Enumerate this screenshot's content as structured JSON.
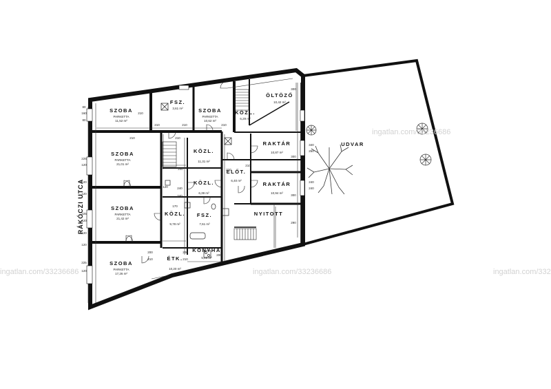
{
  "street": "RÁKÓCZI UTCA",
  "watermark": "ingatlan.com/33236686",
  "rooms": [
    {
      "id": "szoba1",
      "name": "SZOBA",
      "floor": "PARKETTA",
      "area": "11,52 m²"
    },
    {
      "id": "fsz1",
      "name": "FSZ.",
      "floor": "",
      "area": "3,61 m²"
    },
    {
      "id": "szoba2",
      "name": "SZOBA",
      "floor": "PARKETTA",
      "area": "10,62 m²"
    },
    {
      "id": "kozl1",
      "name": "KÖZL.",
      "floor": "",
      "area": "6,29 m²"
    },
    {
      "id": "oltozo",
      "name": "ÖLTÖZŐ",
      "floor": "",
      "area": "10,42 m²"
    },
    {
      "id": "szoba3",
      "name": "SZOBA",
      "floor": "PARKETTA",
      "area": "21,01 m²"
    },
    {
      "id": "kozl2",
      "name": "KÖZL.",
      "floor": "",
      "area": "11,31 m²"
    },
    {
      "id": "raktar1",
      "name": "RAKTÁR",
      "floor": "",
      "area": "10,87 m²"
    },
    {
      "id": "elot",
      "name": "ELŐT.",
      "floor": "",
      "area": "6,40 m²"
    },
    {
      "id": "kozl3",
      "name": "KÖZL.",
      "floor": "",
      "area": "6,39 m²"
    },
    {
      "id": "raktar2",
      "name": "RAKTÁR",
      "floor": "",
      "area": "10,94 m²"
    },
    {
      "id": "szoba4",
      "name": "SZOBA",
      "floor": "PARKETTA",
      "area": "21,42 m²"
    },
    {
      "id": "kozl4",
      "name": "KÖZL.",
      "floor": "",
      "area": "9,78 m²"
    },
    {
      "id": "fsz2",
      "name": "FSZ.",
      "floor": "",
      "area": "7,61 m²"
    },
    {
      "id": "nyitott",
      "name": "NYITOTT",
      "floor": "",
      "area": ""
    },
    {
      "id": "szoba5",
      "name": "SZOBA",
      "floor": "PARKETTA",
      "area": "17,26 m²"
    },
    {
      "id": "etk",
      "name": "ÉTK.",
      "floor": "",
      "area": "10,20 m²"
    },
    {
      "id": "konyha",
      "name": "KONYHA",
      "floor": "",
      "area": "5,46 m²"
    },
    {
      "id": "udvar",
      "name": "UDVAR",
      "floor": "",
      "area": ""
    }
  ],
  "dimensions": {
    "left": [
      "80",
      "160",
      "80",
      "225",
      "120",
      "120",
      "120",
      "225",
      "120",
      "120",
      "120",
      "225",
      "120"
    ],
    "misc": [
      "210",
      "210",
      "210",
      "210",
      "210",
      "210",
      "240",
      "240",
      "240",
      "120",
      "170",
      "200",
      "210",
      "200",
      "210",
      "200",
      "300",
      "300",
      "300",
      "290",
      "340",
      "250",
      "240",
      "240",
      "210",
      "210"
    ]
  }
}
